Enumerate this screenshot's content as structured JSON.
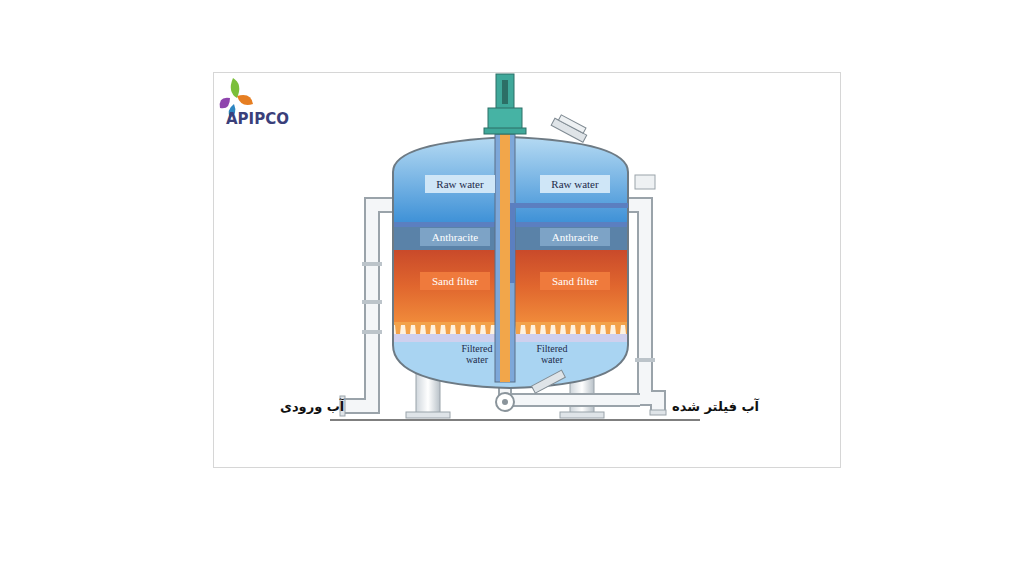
{
  "diagram": {
    "nodes": [
      {
        "text": [
          "Raw water"
        ]
      },
      {
        "text": [
          "Raw water"
        ]
      },
      {
        "text": [
          "Anthracite"
        ]
      },
      {
        "text": [
          "Anthracite"
        ]
      },
      {
        "text": [
          "Sand filter"
        ]
      },
      {
        "text": [
          "Sand filter"
        ]
      }
    ],
    "labels": [
      "APIPCO",
      "Filtered water",
      "Filtered water",
      "آب ورودی",
      "آب فیلتر شده"
    ]
  }
}
